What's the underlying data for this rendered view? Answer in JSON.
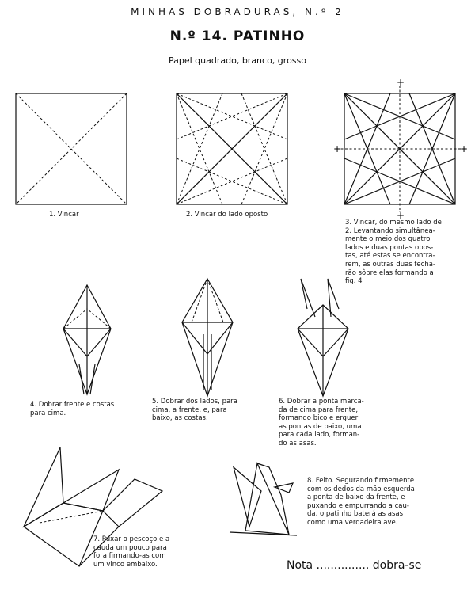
{
  "header": {
    "series": "MINHAS DOBRADURAS, N.º 2",
    "title": "N.º 14. PATINHO",
    "subtitle": "Papel quadrado, branco, grosso"
  },
  "steps": [
    {
      "caption": "1. Vincar"
    },
    {
      "caption": "2. Vincar do lado oposto"
    },
    {
      "caption": "3. Vincar, do mesmo lado de\n2. Levantando simultânea-\nmente o meio dos quatro\nlados e duas pontas opos-\ntas, até estas se encontra-\nrem, as outras duas fecha-\nrão sôbre elas formando a\nfig. 4"
    },
    {
      "caption": "4. Dobrar frente e costas\npara cima."
    },
    {
      "caption": "5. Dobrar dos lados, para\ncima, a frente, e, para\nbaixo, as costas."
    },
    {
      "caption": "6. Dobrar a ponta marca-\nda de cima para frente,\nformando bico e erguer\nas pontas de baixo, uma\npara cada lado, forman-\ndo as asas."
    },
    {
      "caption": "7. Puxar o pescoço e a\ncauda um pouco para\nfora firmando-as com\num vinco embaixo."
    },
    {
      "caption": "8. Feito. Segurando firmemente\ncom os dedos da mão esquerda\na ponta de baixo da frente, e\npuxando e empurrando a cau-\nda, o patinho baterá as asas\ncomo uma verdadeira ave."
    }
  ],
  "footer": {
    "note": "Nota ............... dobra-se"
  }
}
